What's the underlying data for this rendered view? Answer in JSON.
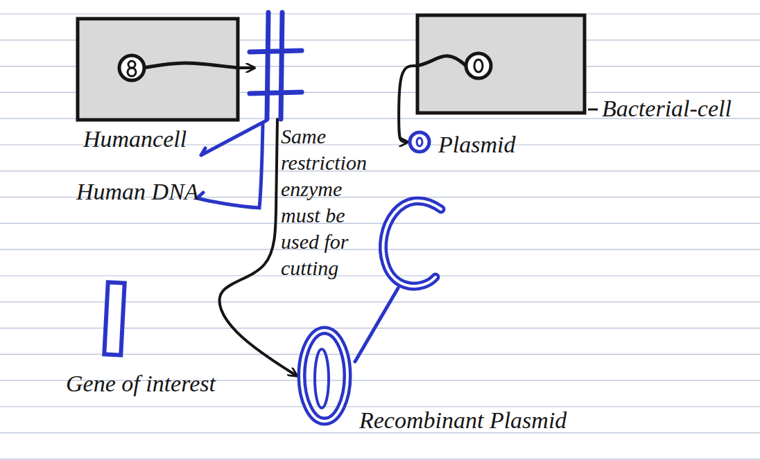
{
  "diagram": {
    "nodes": [
      {
        "text": [
          "Humancell"
        ]
      },
      {
        "text": [
          "Bacterial-cell"
        ]
      },
      {
        "text": [
          "Human DNA"
        ]
      },
      {
        "text": [
          "Plasmid"
        ]
      },
      {
        "text": [
          "Gene of interest"
        ]
      },
      {
        "text": [
          "Recombinant Plasmid"
        ]
      }
    ],
    "edges": [
      {
        "from": 0,
        "to": 2,
        "arrow": "to"
      },
      {
        "from": 1,
        "to": 3,
        "arrow": "to"
      },
      {
        "from": 2,
        "to": 5,
        "arrow": "to",
        "label": "Same restriction enzyme must be used for cutting"
      }
    ]
  }
}
